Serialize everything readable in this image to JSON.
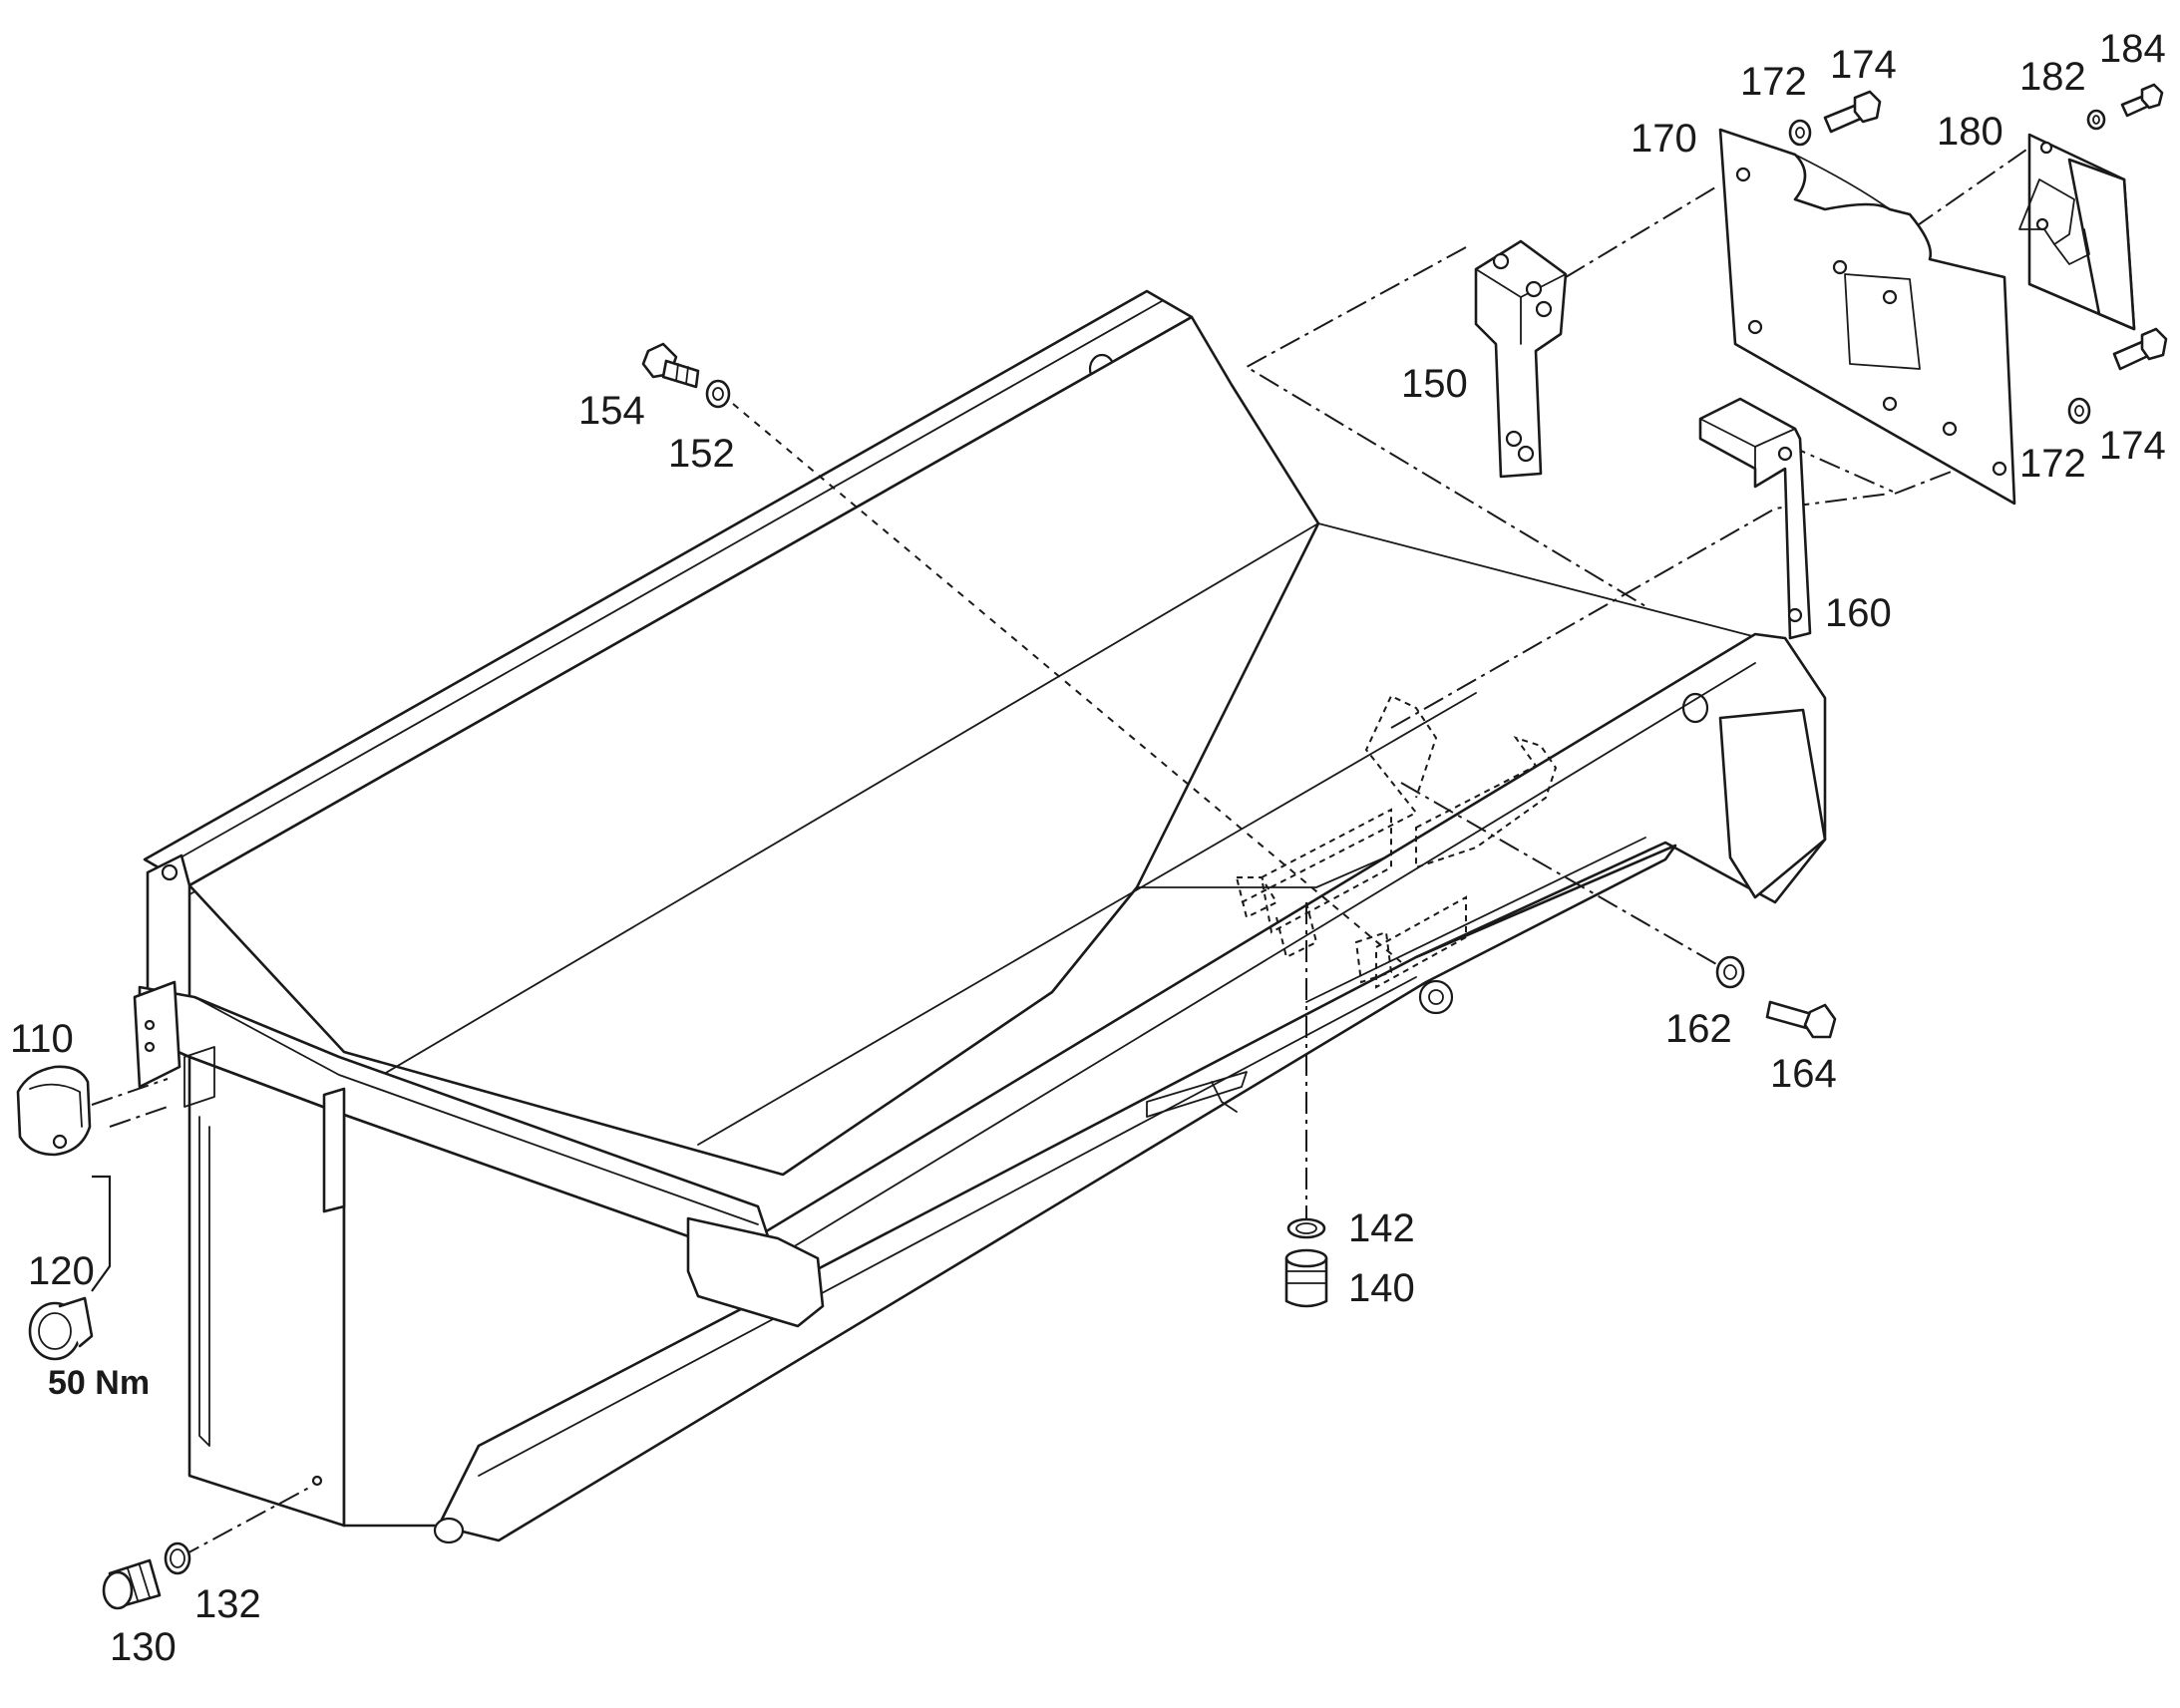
{
  "callouts": {
    "c110": "110",
    "c120": "120",
    "c130": "130",
    "c132": "132",
    "c140": "140",
    "c142": "142",
    "c150": "150",
    "c152": "152",
    "c154": "154",
    "c160": "160",
    "c162": "162",
    "c164": "164",
    "c170": "170",
    "c172_top": "172",
    "c174_top": "174",
    "c172_right": "172",
    "c174_right": "174",
    "c180": "180",
    "c182": "182",
    "c184": "184"
  },
  "torque_label": "50 Nm"
}
